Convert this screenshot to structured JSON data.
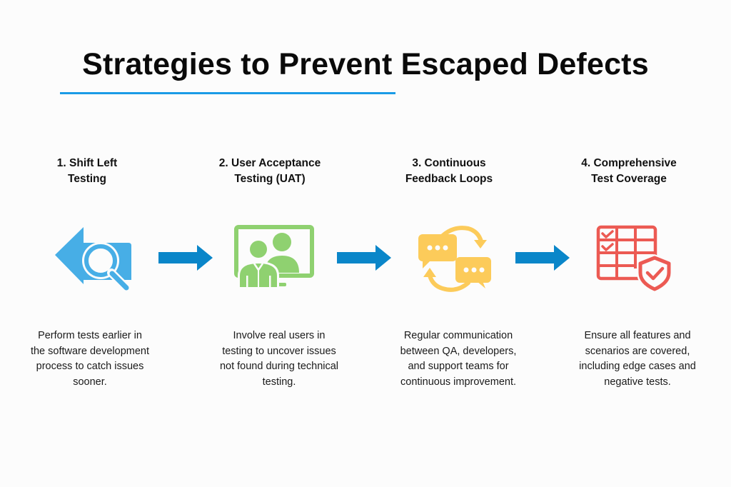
{
  "header": {
    "title": "Strategies to Prevent Escaped Defects"
  },
  "colors": {
    "accent": "#1a9be6",
    "connector": "#0a86c9",
    "step1_icon": "#47aee6",
    "step2_icon": "#8fd170",
    "step3_icon": "#fccb5a",
    "step4_icon": "#ec5a53"
  },
  "steps": [
    {
      "title": "1. Shift Left\nTesting",
      "icon": "shift-left-search-icon",
      "description": "Perform tests earlier in\nthe software development\nprocess to catch issues\nsooner."
    },
    {
      "title": "2. User Acceptance\nTesting (UAT)",
      "icon": "users-monitor-icon",
      "description": "Involve real users in\ntesting to uncover issues\nnot found during technical\ntesting."
    },
    {
      "title": "3. Continuous\nFeedback Loops",
      "icon": "chat-feedback-loop-icon",
      "description": "Regular communication\nbetween QA, developers,\nand support teams for\ncontinuous improvement."
    },
    {
      "title": "4. Comprehensive\nTest Coverage",
      "icon": "checklist-shield-icon",
      "description": "Ensure all features and\nscenarios are covered,\nincluding edge cases and\nnegative tests."
    }
  ],
  "connectors": [
    {
      "icon": "arrow-right-icon"
    },
    {
      "icon": "arrow-right-icon"
    },
    {
      "icon": "arrow-right-icon"
    }
  ]
}
